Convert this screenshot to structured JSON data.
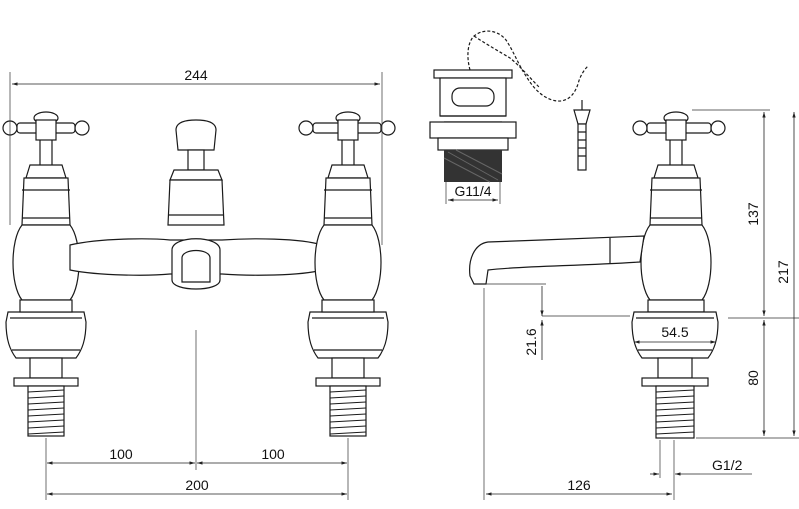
{
  "dimensions": {
    "overall_width": "244",
    "left_spacing": "100",
    "right_spacing": "100",
    "centers": "200",
    "waste_thread": "G11/4",
    "side_upper_height": "137",
    "side_total_height": "217",
    "spout_height": "21.6",
    "base_diameter": "54.5",
    "shank_length": "80",
    "spout_reach": "126",
    "inlet_thread": "G1/2"
  },
  "colors": {
    "line": "#1a1a1a",
    "background": "#ffffff",
    "dark_fill": "#333333"
  }
}
